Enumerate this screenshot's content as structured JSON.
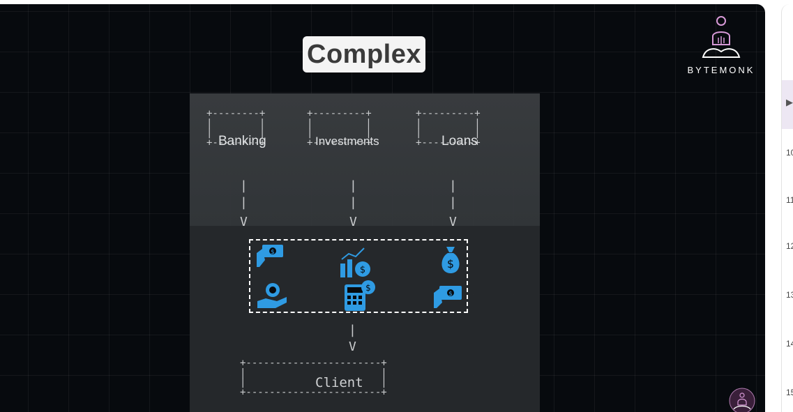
{
  "video": {
    "title": "Complex",
    "brand": "BYTEMONK",
    "diagram": {
      "services": [
        "Banking",
        "Investments",
        "Loans"
      ],
      "client": "Client",
      "arrow_glyph": "V",
      "pipe_glyph": "|",
      "icons": [
        "hand-money-icon",
        "chart-growth-dollar-icon",
        "money-bag-icon",
        "hand-coin-icon",
        "calculator-coin-icon",
        "hand-cash-icon"
      ]
    }
  },
  "sidebar": {
    "chapter_numbers": [
      "10",
      "11",
      "12",
      "13",
      "14",
      "15"
    ]
  },
  "colors": {
    "background": "#070a0e",
    "panel": "#26292c",
    "icon_blue": "#2f9be3",
    "logo_pink": "#d89ad8"
  }
}
